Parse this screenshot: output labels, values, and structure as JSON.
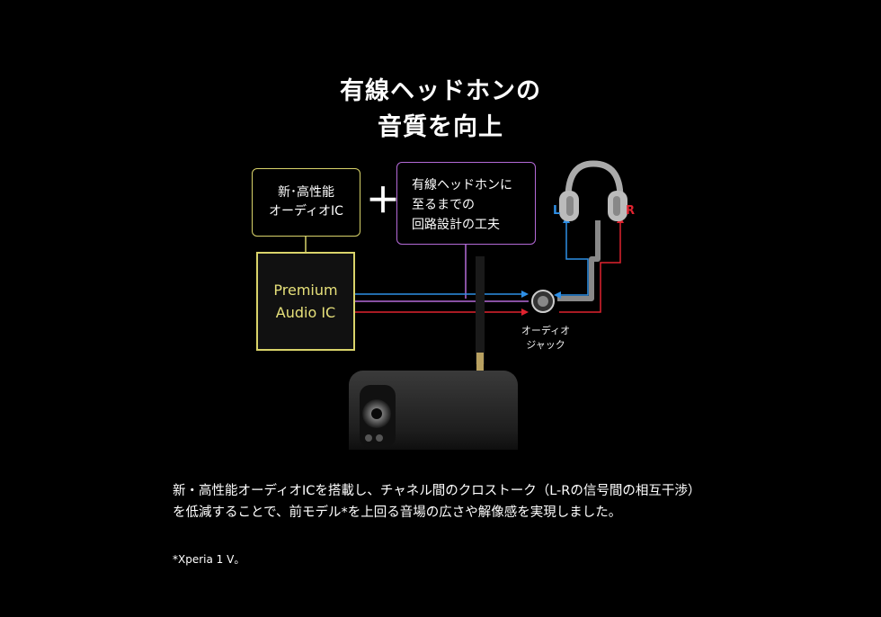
{
  "headline": {
    "line1": "有線ヘッドホンの",
    "line2": "音質を向上"
  },
  "diagram": {
    "ic_box": {
      "line1": "新･高性能",
      "line2": "オーディオIC"
    },
    "plus": "＋",
    "design_box": {
      "line1": "有線ヘッドホンに",
      "line2": "至るまでの",
      "line3": "回路設計の工夫"
    },
    "premium_box": {
      "line1": "Premium",
      "line2": "Audio IC"
    },
    "jack_label": {
      "line1": "オーディオ",
      "line2": "ジャック"
    },
    "left_channel": "L",
    "right_channel": "R",
    "colors": {
      "left_signal": "#2e8fe6",
      "right_signal": "#e0232f",
      "ic_border": "#d9d36a",
      "design_border": "#b46ad8"
    }
  },
  "body_text": "新・高性能オーディオICを搭載し、チャネル間のクロストーク（L-Rの信号間の相互干渉）を低減することで、前モデル*を上回る音場の広さや解像感を実現しました。",
  "footnote": "*Xperia 1 V。"
}
